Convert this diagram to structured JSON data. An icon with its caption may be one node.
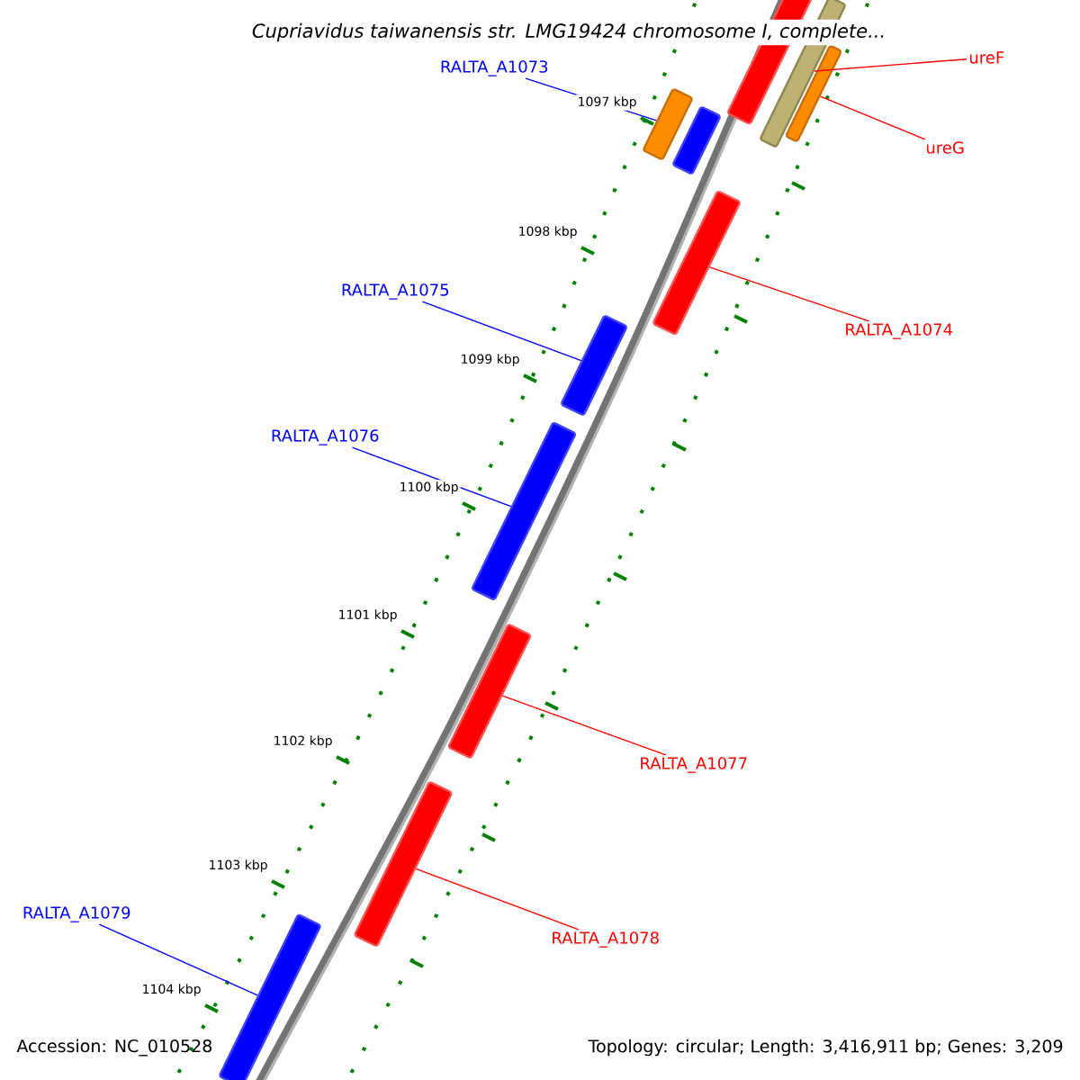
{
  "diagram": {
    "title": "Cupriavidus taiwanensis str. LMG19424 chromosome I, complete...",
    "nodes": [
      {
        "text": [
          "RALTA_A1073"
        ]
      },
      {
        "text": [
          "ureF"
        ]
      },
      {
        "text": [
          "ureG"
        ]
      },
      {
        "text": [
          "RALTA_A1074"
        ]
      },
      {
        "text": [
          "RALTA_A1075"
        ]
      },
      {
        "text": [
          "RALTA_A1076"
        ]
      },
      {
        "text": [
          "RALTA_A1077"
        ]
      },
      {
        "text": [
          "RALTA_A1078"
        ]
      },
      {
        "text": [
          "RALTA_A1079"
        ]
      },
      {
        "text": [],
        "shape": "bar"
      },
      {
        "text": [],
        "shape": "bar"
      },
      {
        "text": [],
        "shape": "bar"
      },
      {
        "text": [],
        "shape": "bar"
      },
      {
        "text": [],
        "shape": "bar"
      },
      {
        "text": [],
        "shape": "bar"
      },
      {
        "text": [],
        "shape": "bar"
      },
      {
        "text": [],
        "shape": "bar"
      },
      {
        "text": [],
        "shape": "bar"
      },
      {
        "text": [],
        "shape": "bar"
      },
      {
        "text": [],
        "shape": "bar"
      }
    ],
    "edges": [
      {
        "from": 0,
        "to": 9,
        "arrow": "none",
        "color": "#0000ff"
      },
      {
        "from": 1,
        "to": 12,
        "arrow": "none"
      },
      {
        "from": 2,
        "to": 13,
        "arrow": "none"
      },
      {
        "from": 3,
        "to": 14,
        "arrow": "none"
      },
      {
        "from": 4,
        "to": 15,
        "arrow": "none",
        "color": "#0000ff"
      },
      {
        "from": 5,
        "to": 16,
        "arrow": "none",
        "color": "#0000ff"
      },
      {
        "from": 6,
        "to": 17,
        "arrow": "none"
      },
      {
        "from": 7,
        "to": 18,
        "arrow": "none"
      },
      {
        "from": 8,
        "to": 19,
        "arrow": "none",
        "color": "#0000ff"
      }
    ],
    "labels": [
      "1097 kbp",
      "1098 kbp",
      "1099 kbp",
      "1100 kbp",
      "1101 kbp",
      "1102 kbp",
      "1103 kbp",
      "1104 kbp",
      "Accession: NC_010528",
      "Topology: circular; Length: 3,416,911 bp; Genes: 3,209"
    ]
  }
}
